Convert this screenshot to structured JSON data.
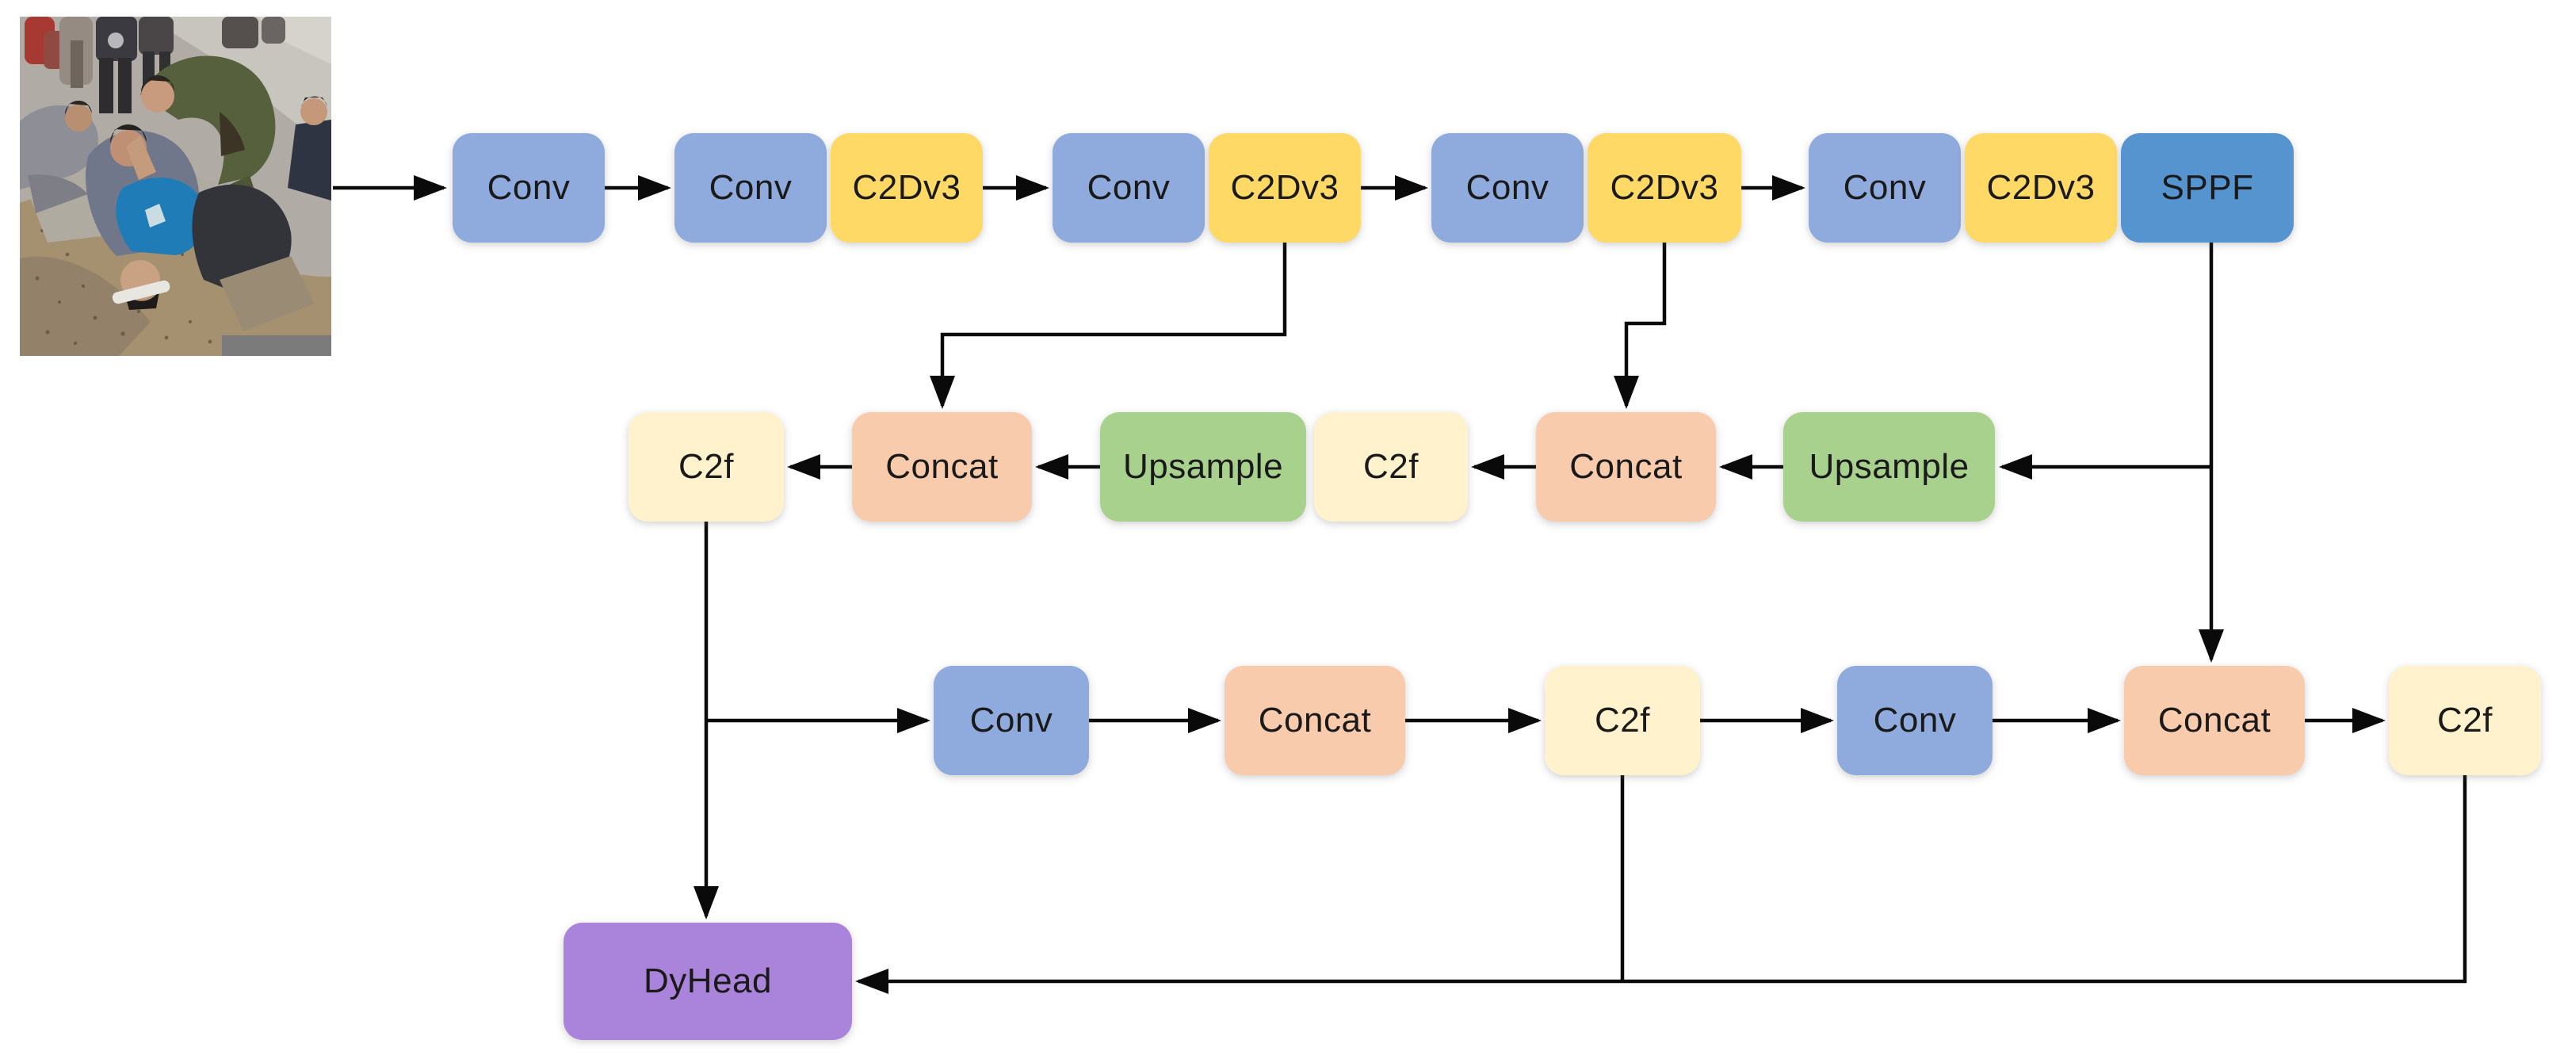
{
  "palette": {
    "background": "#FFFFFF",
    "line": "#0A0A0A",
    "text": "#1A1A1A",
    "conv": "#8FAADC",
    "c2dv3": "#FFD966",
    "sppf": "#5694D0",
    "c2f": "#FFF2CC",
    "concat": "#F8CBAD",
    "upsample": "#A9D18E",
    "dyhead": "#AA84DB"
  },
  "diagram": {
    "input_photo_alt": "Street photograph: bystanders and a uniformed soldier crouch over a man in a blue shirt lying on the ground",
    "backbone": [
      "Conv",
      "Conv",
      "C2Dv3",
      "Conv",
      "C2Dv3",
      "Conv",
      "C2Dv3",
      "Conv",
      "C2Dv3",
      "SPPF"
    ],
    "neck_top": [
      "C2f",
      "Concat",
      "Upsample",
      "C2f",
      "Concat",
      "Upsample"
    ],
    "neck_bottom": [
      "Conv",
      "Concat",
      "C2f",
      "Conv",
      "Concat",
      "C2f"
    ],
    "head": {
      "label": "DyHead"
    }
  }
}
